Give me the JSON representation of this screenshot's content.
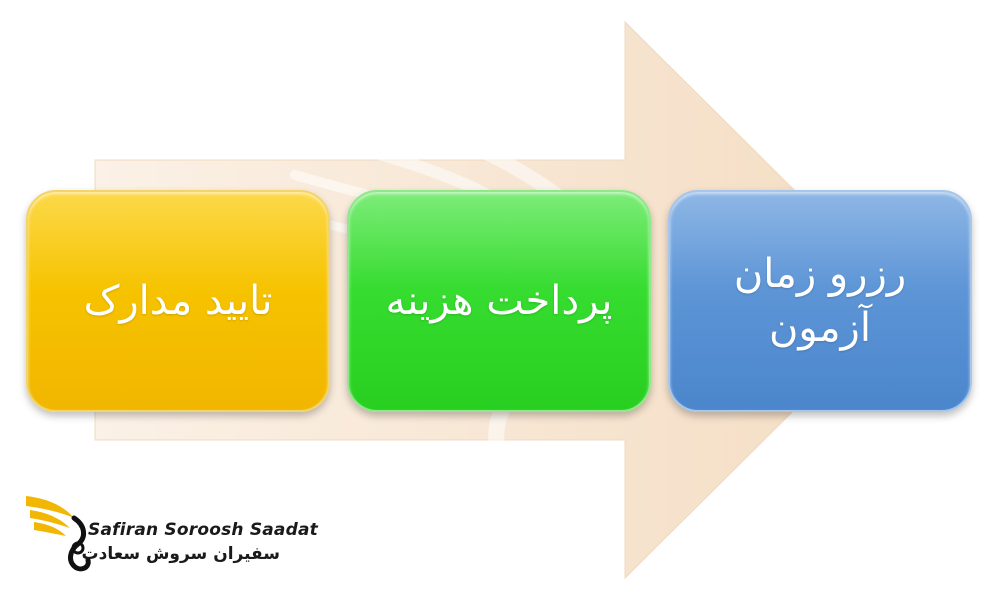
{
  "diagram": {
    "steps": [
      {
        "label": "تایید مدارک",
        "color": "#f6c300"
      },
      {
        "label": "پرداخت هزینه",
        "color": "#36dc2f"
      },
      {
        "label": "رزرو زمان آزمون",
        "color": "#5d95d6"
      }
    ],
    "arrow_color": "#f7e4cd"
  },
  "logo": {
    "name_en": "Safiran Soroosh Saadat",
    "name_fa": "سفیران سروش سعادت",
    "wing_color": "#f2b705",
    "mark_color": "#111111"
  },
  "watermark": {
    "icon": "swan-logo-icon"
  }
}
